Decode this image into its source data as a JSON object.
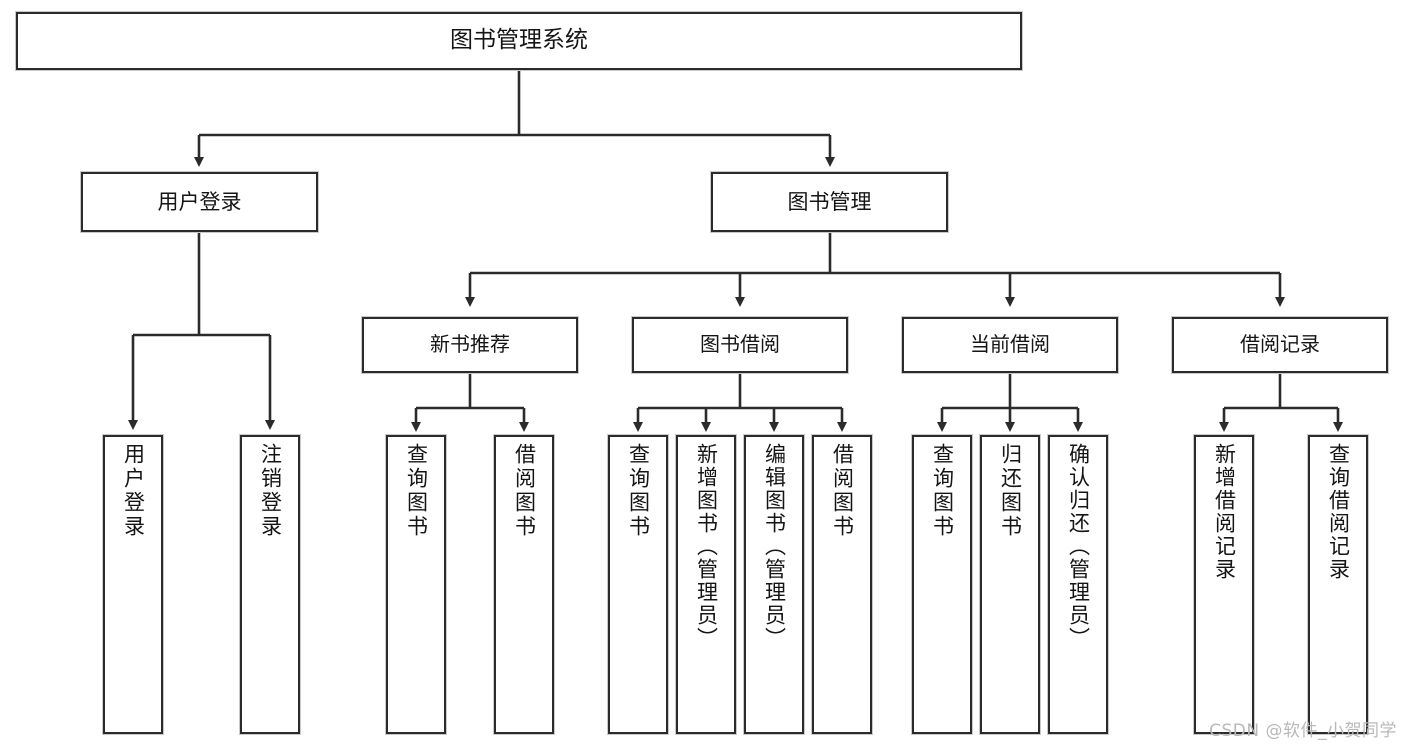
{
  "diagram": {
    "title": "图书管理系统",
    "watermark": "CSDN @软件_小贺同学"
  },
  "chart_data": {
    "type": "tree",
    "title": "图书管理系统",
    "orientation": "top-down",
    "root": {
      "label": "图书管理系统",
      "children": [
        {
          "label": "用户登录",
          "children": [
            {
              "label": "用户登录"
            },
            {
              "label": "注销登录"
            }
          ]
        },
        {
          "label": "图书管理",
          "children": [
            {
              "label": "新书推荐",
              "children": [
                {
                  "label": "查询图书"
                },
                {
                  "label": "借阅图书"
                }
              ]
            },
            {
              "label": "图书借阅",
              "children": [
                {
                  "label": "查询图书"
                },
                {
                  "label": "新增图书（管理员）"
                },
                {
                  "label": "编辑图书（管理员）"
                },
                {
                  "label": "借阅图书"
                }
              ]
            },
            {
              "label": "当前借阅",
              "children": [
                {
                  "label": "查询图书"
                },
                {
                  "label": "归还图书"
                },
                {
                  "label": "确认归还（管理员）"
                }
              ]
            },
            {
              "label": "借阅记录",
              "children": [
                {
                  "label": "新增借阅记录"
                },
                {
                  "label": "查询借阅记录"
                }
              ]
            }
          ]
        }
      ]
    }
  },
  "nodes": {
    "root": "图书管理系统",
    "user_login": "用户登录",
    "book_manage": "图书管理",
    "new_book_rec": "新书推荐",
    "book_borrow": "图书借阅",
    "current_borrow": "当前借阅",
    "borrow_record": "借阅记录",
    "leaf_user_login": "用户登录",
    "leaf_logout": "注销登录",
    "leaf_query_book_a": "查询图书",
    "leaf_borrow_book_a": "借阅图书",
    "leaf_query_book_b": "查询图书",
    "leaf_add_book": "新增图书（管理员）",
    "leaf_edit_book": "编辑图书（管理员）",
    "leaf_borrow_book_b": "借阅图书",
    "leaf_query_book_c": "查询图书",
    "leaf_return_book": "归还图书",
    "leaf_confirm_return": "确认归还（管理员）",
    "leaf_add_record": "新增借阅记录",
    "leaf_query_record": "查询借阅记录"
  },
  "style": {
    "border_color": "#2b2b2b",
    "shadow_color": "#c9c9c9",
    "background": "#ffffff",
    "text_color": "#151515",
    "watermark_color": "#b9b9b9"
  }
}
